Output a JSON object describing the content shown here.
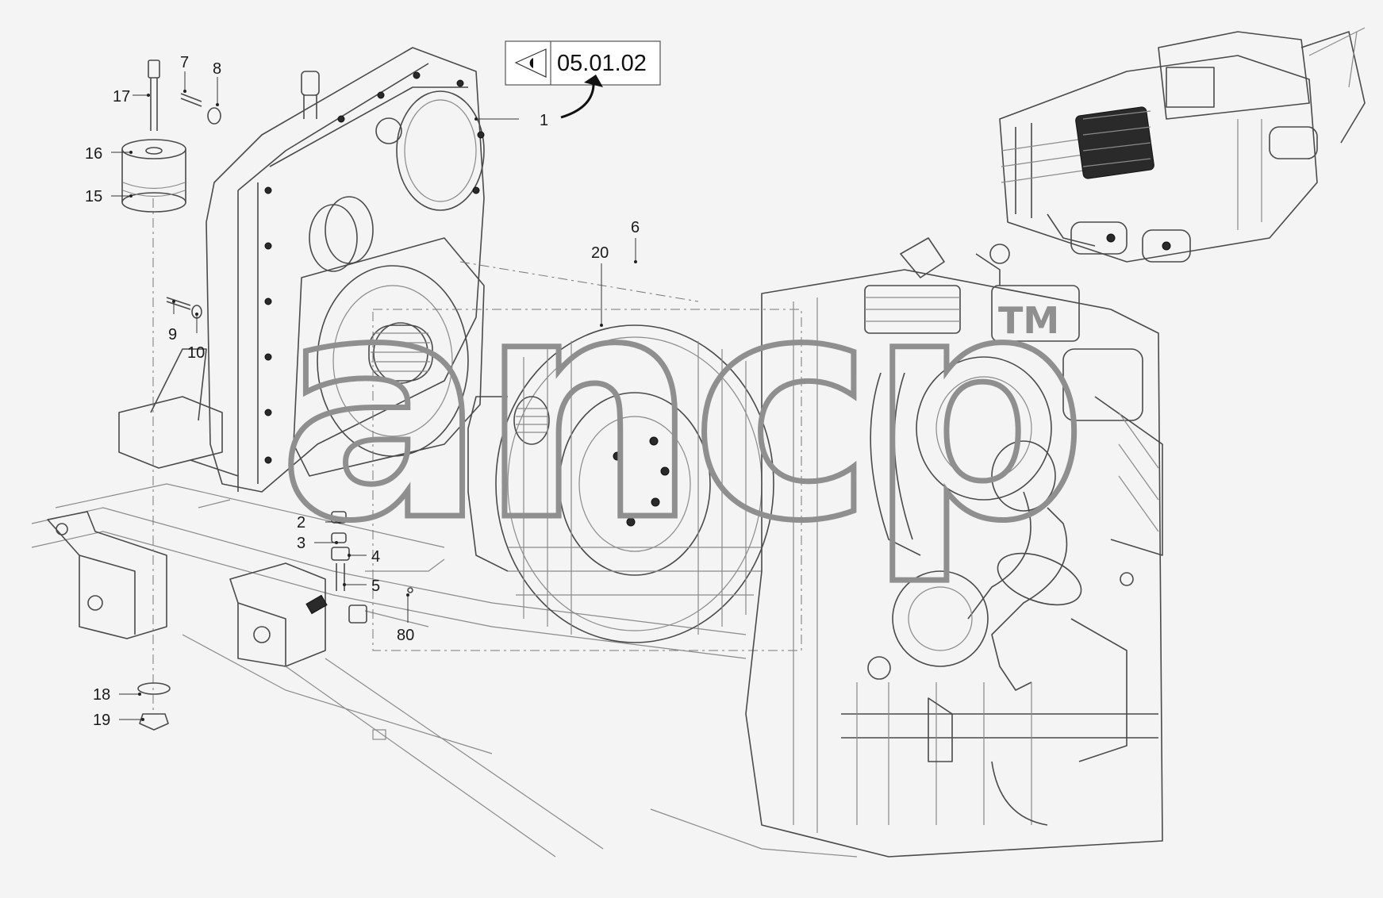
{
  "reference": {
    "code": "05.01.02"
  },
  "watermark": {
    "text": "ancp",
    "mark": "TM"
  },
  "callouts": {
    "c1": "1",
    "c2": "2",
    "c3": "3",
    "c4": "4",
    "c5": "5",
    "c6": "6",
    "c7": "7",
    "c8": "8",
    "c9": "9",
    "c10": "10",
    "c15": "15",
    "c16": "16",
    "c17": "17",
    "c18": "18",
    "c19": "19",
    "c20": "20",
    "c80": "80"
  }
}
